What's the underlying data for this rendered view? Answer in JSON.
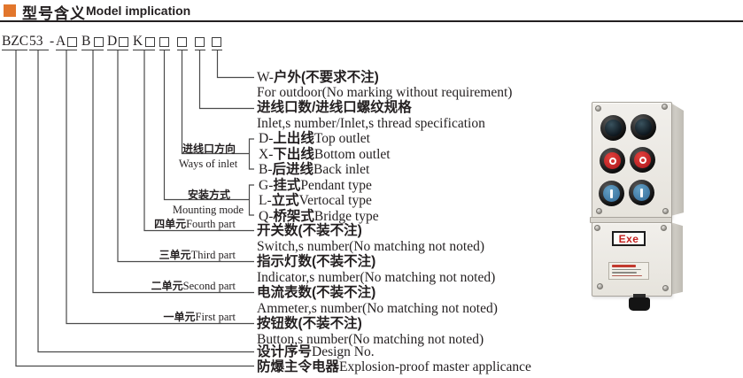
{
  "header": {
    "title_zh": "型号含义",
    "title_en": "Model implication"
  },
  "model_code": {
    "segments": [
      {
        "text": "BZC"
      },
      {
        "text": "53"
      },
      {
        "text": "-"
      },
      {
        "text": "A"
      },
      {
        "text": "B"
      },
      {
        "text": "D"
      },
      {
        "text": "K"
      },
      {
        "text": ""
      },
      {
        "text": ""
      },
      {
        "text": ""
      },
      {
        "text": ""
      }
    ]
  },
  "legend": {
    "w_row": {
      "code": "W-",
      "zh": "户外(不要求不注)",
      "en": "For outdoor(No marking without requirement)"
    },
    "inlet_row": {
      "zh": "进线口数/进线口螺纹规格",
      "en": "Inlet,s number/Inlet,s thread specification"
    },
    "inlet_direction": {
      "label_zh": "进线口方向",
      "label_en": "Ways of inlet",
      "options": [
        {
          "code": "D-",
          "zh": "上出线",
          "en": "Top outlet"
        },
        {
          "code": "X-",
          "zh": "下出线",
          "en": "Bottom outlet"
        },
        {
          "code": "B-",
          "zh": "后进线",
          "en": "Back inlet"
        }
      ]
    },
    "mounting": {
      "label_zh": "安装方式",
      "label_en": "Mounting mode",
      "options": [
        {
          "code": "G-",
          "zh": "挂式",
          "en": "Pendant type"
        },
        {
          "code": "L-",
          "zh": "立式",
          "en": "Vertocal type"
        },
        {
          "code": "Q-",
          "zh": "桥架式",
          "en": "Bridge type"
        }
      ]
    },
    "units": [
      {
        "label_zh": "四单元",
        "label_en": "Fourth part",
        "zh": "开关数(不装不注)",
        "en": "Switch,s number(No matching not noted)"
      },
      {
        "label_zh": "三单元",
        "label_en": "Third part",
        "zh": "指示灯数(不装不注)",
        "en": "Indicator,s number(No matching not noted)"
      },
      {
        "label_zh": "二单元",
        "label_en": "Second part",
        "zh": "电流表数(不装不注)",
        "en": "Ammeter,s number(No matching not noted)"
      },
      {
        "label_zh": "一单元",
        "label_en": "First part",
        "zh": "按钮数(不装不注)",
        "en": "Button,s number(No matching not noted)"
      }
    ],
    "design_row": {
      "zh": "设计序号",
      "en": "Design No."
    },
    "product_row": {
      "zh": "防爆主令电器",
      "en": "Explosion-proof master applicance"
    }
  },
  "product_photo": {
    "exe_label": "Exe",
    "stop_button_symbol": "O",
    "start_button_symbol": "I",
    "button_rows": [
      "indicator-lamp-dark",
      "stop-button-red",
      "start-button-blue"
    ]
  },
  "colors": {
    "accent_orange": "#e2762c",
    "line_gray": "#4a4a4a",
    "text": "#231f20",
    "button_red": "#c5262b",
    "button_blue": "#4a84ad",
    "exe_red": "#c5201f"
  }
}
